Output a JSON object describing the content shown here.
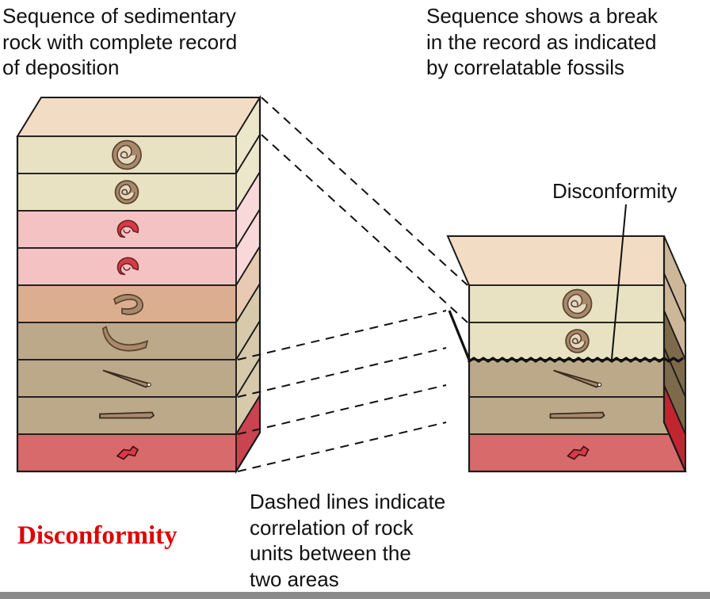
{
  "captions": {
    "left_block": "Sequence of sedimentary\nrock with complete record\nof deposition",
    "right_block": "Sequence shows a break\nin the record as indicated\nby correlatable fossils",
    "disconformity_label": "Disconformity",
    "dashed_lines_note": "Dashed lines indicate\ncorrelation of rock\nunits between the\ntwo areas"
  },
  "title": "Disconformity",
  "colors": {
    "title_red": "#e00000",
    "outline": "#1a1a1a",
    "top_face": "#f3dcc4",
    "fossil": "#a8896a",
    "fossil_red": "#d83a48"
  },
  "left_block": {
    "layers": [
      {
        "fossil": "coiled-ammonite-large",
        "front": "#e8e2c2",
        "side": "#ece6cb"
      },
      {
        "fossil": "coiled-ammonite-small",
        "front": "#e8e2c2",
        "side": "#ece6cb"
      },
      {
        "fossil": "partly-coiled-shell",
        "front": "#f4c2c3",
        "side": "#f8d8d8"
      },
      {
        "fossil": "coiled-shell",
        "front": "#f4c2c3",
        "side": "#f8d8d8"
      },
      {
        "fossil": "hook-shell",
        "front": "#dcae90",
        "side": "#e8cab4"
      },
      {
        "fossil": "curved-horn",
        "front": "#bba98a",
        "side": "#d6c9ac"
      },
      {
        "fossil": "straight-cone",
        "front": "#bba98a",
        "side": "#d6c9ac"
      },
      {
        "fossil": "blade",
        "front": "#bba98a",
        "side": "#d6c9ac"
      },
      {
        "fossil": "red-fragment",
        "front": "#d86a6c",
        "side": "#c94450"
      }
    ]
  },
  "right_block": {
    "layers": [
      {
        "fossil": "coiled-ammonite-large",
        "front": "#e8e2c2",
        "side": "#ccb898"
      },
      {
        "fossil": "coiled-ammonite-small",
        "front": "#e8e2c2",
        "side": "#ccb898"
      },
      {
        "fossil": "straight-cone",
        "front": "#bba98a",
        "side": "#7d6a4a"
      },
      {
        "fossil": "blade",
        "front": "#bba98a",
        "side": "#7d6a4a"
      },
      {
        "fossil": "red-fragment",
        "front": "#d86a6c",
        "side": "#c02630"
      }
    ],
    "break_after_layer": 2
  },
  "correlations": [
    [
      0,
      0
    ],
    [
      1,
      1
    ],
    [
      6,
      2
    ],
    [
      7,
      3
    ],
    [
      8,
      4
    ]
  ]
}
